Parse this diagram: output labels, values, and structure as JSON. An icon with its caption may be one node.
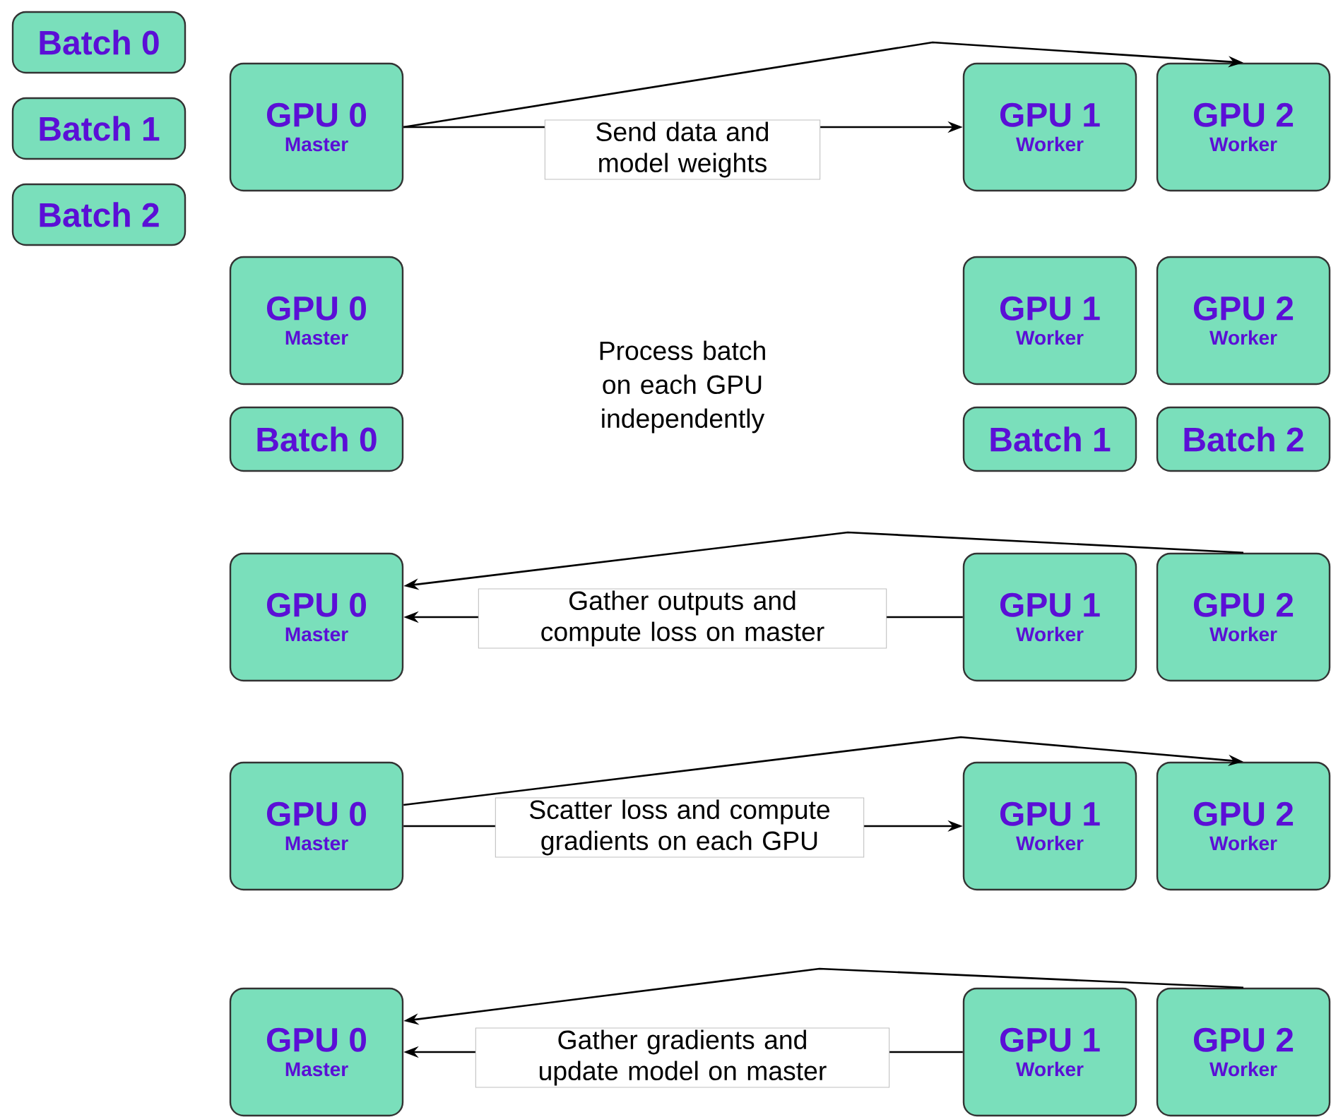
{
  "diagram": {
    "nodes": [
      {
        "text": [
          "Batch 0"
        ]
      },
      {
        "text": [
          "Batch 1"
        ]
      },
      {
        "text": [
          "Batch 2"
        ]
      },
      {
        "text": [
          "GPU 0",
          "Master"
        ]
      },
      {
        "text": [
          "GPU 1",
          "Worker"
        ]
      },
      {
        "text": [
          "GPU 2",
          "Worker"
        ]
      },
      {
        "text": [
          "GPU 0",
          "Master"
        ]
      },
      {
        "text": [
          "GPU 1",
          "Worker"
        ]
      },
      {
        "text": [
          "GPU 2",
          "Worker"
        ]
      },
      {
        "text": [
          "Batch 0"
        ]
      },
      {
        "text": [
          "Batch 1"
        ]
      },
      {
        "text": [
          "Batch 2"
        ]
      },
      {
        "text": [
          "GPU 0",
          "Master"
        ]
      },
      {
        "text": [
          "GPU 1",
          "Worker"
        ]
      },
      {
        "text": [
          "GPU 2",
          "Worker"
        ]
      },
      {
        "text": [
          "GPU 0",
          "Master"
        ]
      },
      {
        "text": [
          "GPU 1",
          "Worker"
        ]
      },
      {
        "text": [
          "GPU 2",
          "Worker"
        ]
      },
      {
        "text": [
          "GPU 0",
          "Master"
        ]
      },
      {
        "text": [
          "GPU 1",
          "Worker"
        ]
      },
      {
        "text": [
          "GPU 2",
          "Worker"
        ]
      }
    ],
    "edges": [
      {
        "from": 3,
        "to": 4,
        "arrow": "to",
        "label": "Send data and model weights"
      },
      {
        "from": 3,
        "to": 5,
        "arrow": "to"
      },
      {
        "from": 13,
        "to": 12,
        "arrow": "to",
        "label": "Gather outputs and compute loss on master"
      },
      {
        "from": 14,
        "to": 12,
        "arrow": "to"
      },
      {
        "from": 15,
        "to": 16,
        "arrow": "to",
        "label": "Scatter loss and compute gradients on each GPU"
      },
      {
        "from": 15,
        "to": 17,
        "arrow": "to"
      },
      {
        "from": 19,
        "to": 18,
        "arrow": "to",
        "label": "Gather gradients and update model on master"
      },
      {
        "from": 20,
        "to": 18,
        "arrow": "to"
      }
    ],
    "labels": [
      "Process batch on each GPU independently"
    ]
  }
}
